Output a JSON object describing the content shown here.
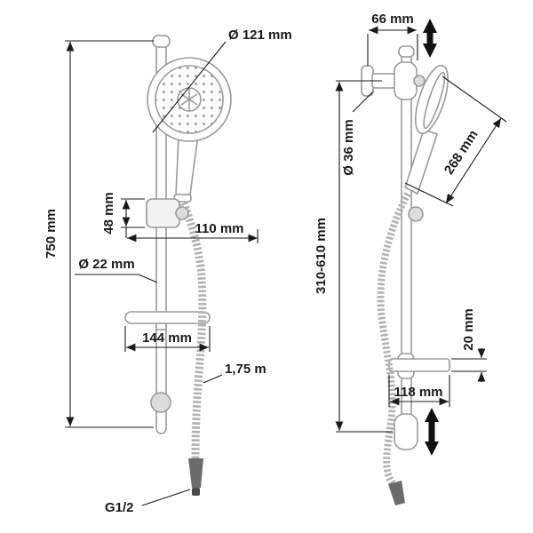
{
  "drawing": {
    "type": "technical-dimension-diagram",
    "product": "shower rail set with hand shower, slider, soap dish and hose",
    "colors": {
      "outline": "#9a9a9a",
      "dimension": "#1a1a1a",
      "background": "#ffffff"
    },
    "icons": {
      "top_adjust_arrow": "up-down-arrow",
      "bottom_adjust_arrow": "up-down-arrow"
    },
    "front_view": {
      "head_diameter": "Ø 121 mm",
      "rail_height": "750 mm",
      "slider_height": "48 mm",
      "slider_reach": "110 mm",
      "rail_diameter": "Ø 22 mm",
      "dish_width": "144 mm",
      "hose_length": "1,75 m",
      "thread": "G1/2"
    },
    "side_view": {
      "bracket_depth": "66 mm",
      "bracket_diameter": "Ø 36 mm",
      "mount_range": "310-610 mm",
      "handshower_length": "268 mm",
      "dish_height": "20 mm",
      "dish_depth": "118 mm"
    }
  }
}
